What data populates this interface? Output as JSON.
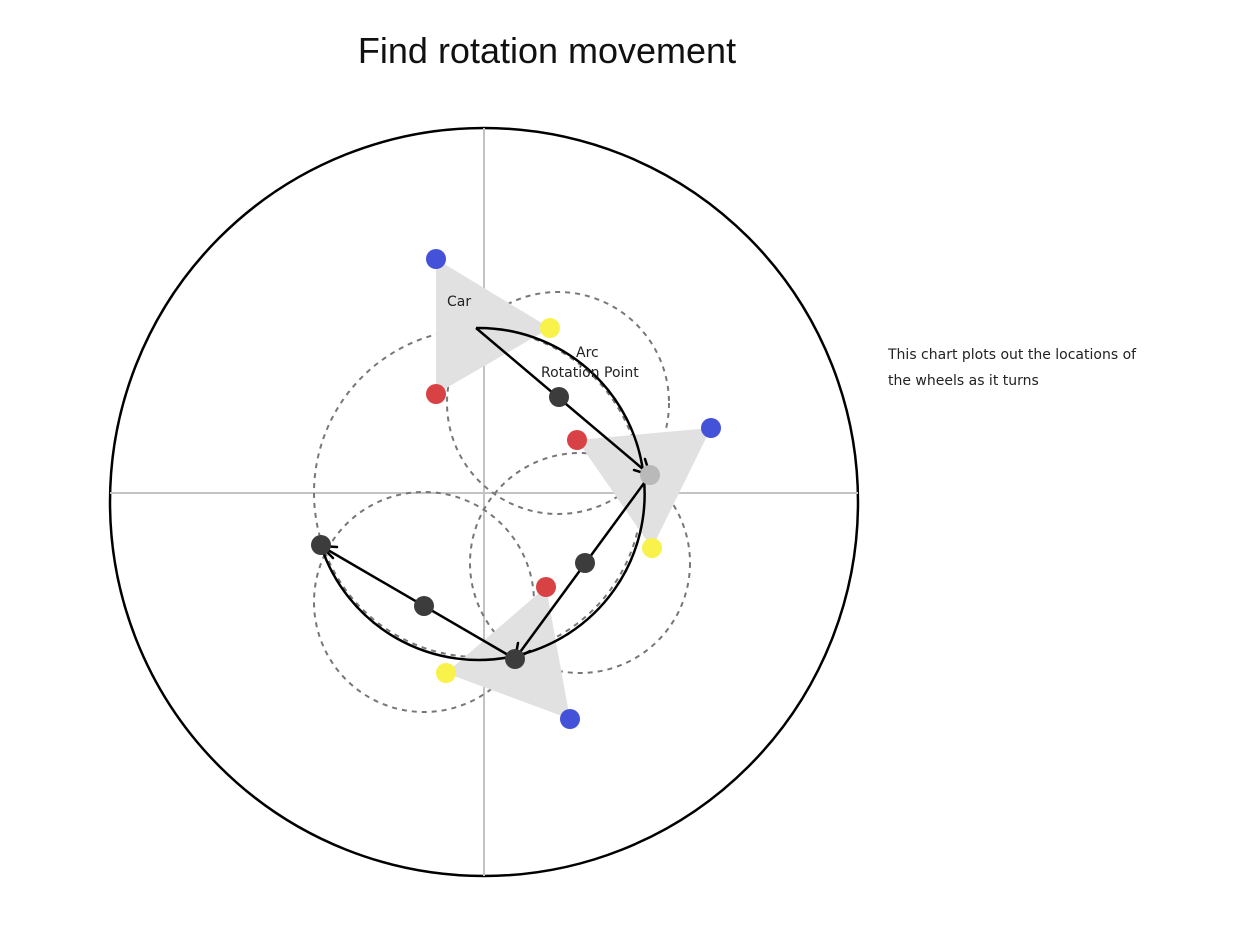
{
  "title": "Find rotation movement",
  "note": "This chart plots out the locations of the wheels as it turns",
  "labels": {
    "car": "Car",
    "arc": "Arc",
    "rotation_point": "Rotation Point"
  },
  "colors": {
    "wheel_blue": "#4352d8",
    "wheel_yellow": "#f8f24a",
    "wheel_red": "#d94244",
    "pivot": "#3c3c3c",
    "car_body": "#e1e1e1"
  }
}
